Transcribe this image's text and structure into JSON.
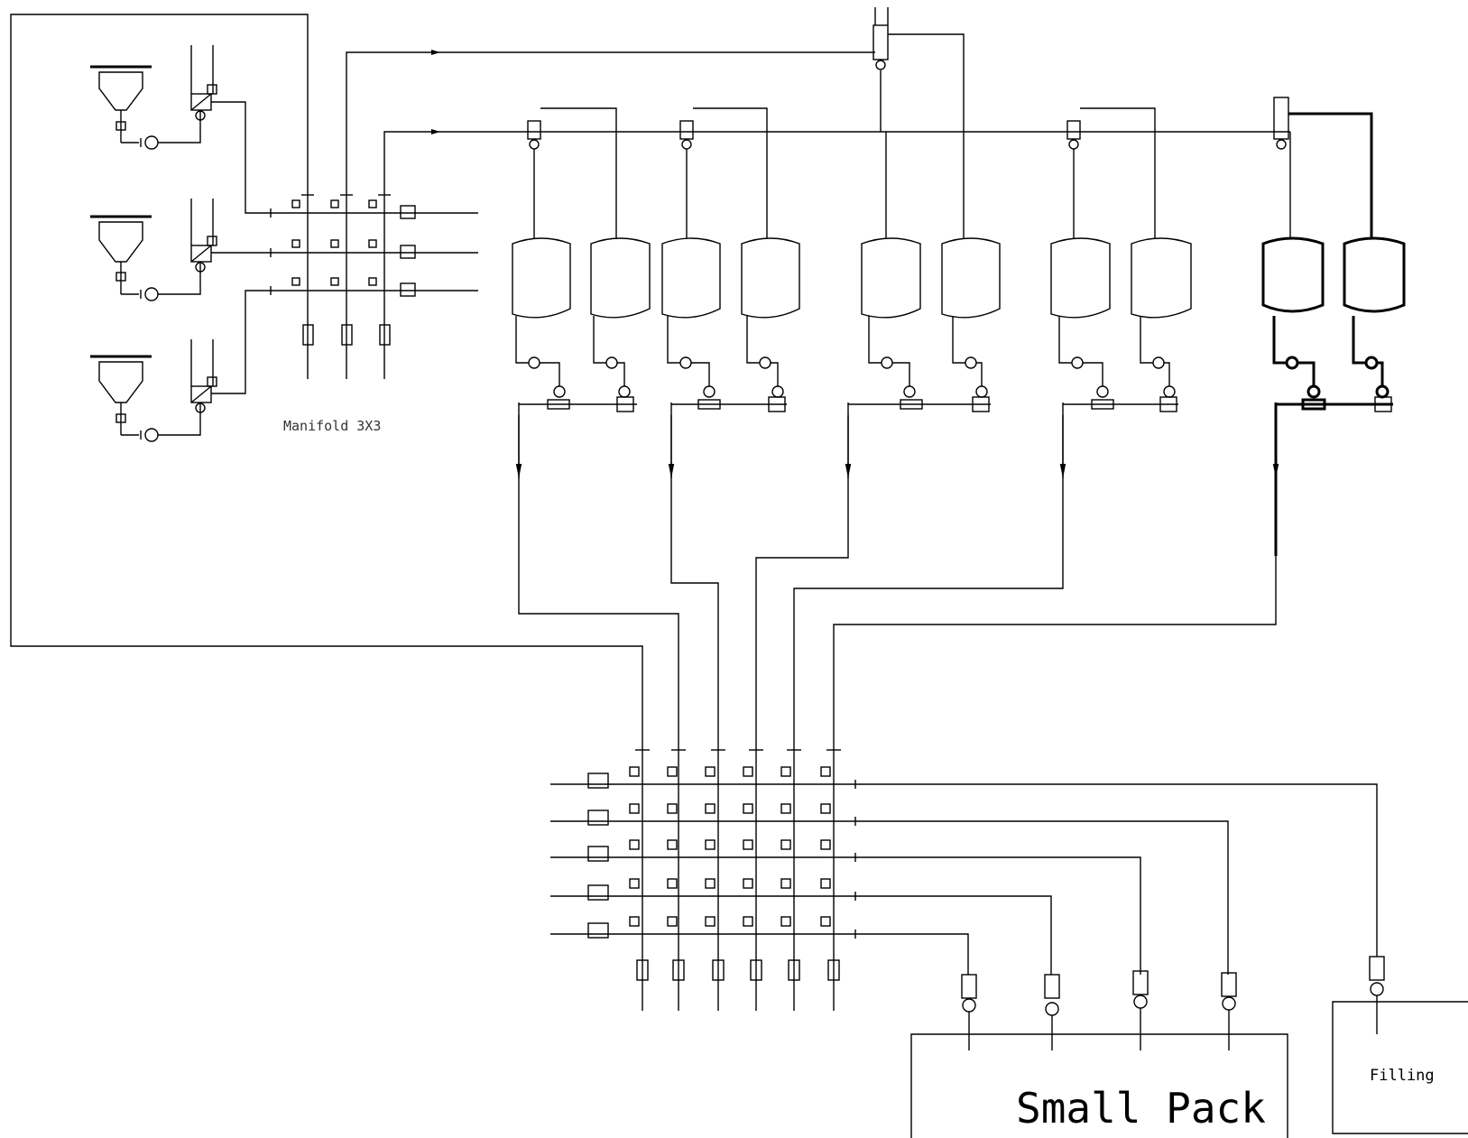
{
  "labels": {
    "manifold": "Manifold 3X3",
    "small_pack": "Small Pack",
    "filling": "Filling"
  },
  "colors": {
    "line": "#000000",
    "background": "#ffffff"
  },
  "icons": [
    "hopper-icon",
    "pump-icon",
    "valve-icon",
    "tank-icon",
    "filter-icon",
    "arrow-icon",
    "manifold-valve-icon"
  ]
}
